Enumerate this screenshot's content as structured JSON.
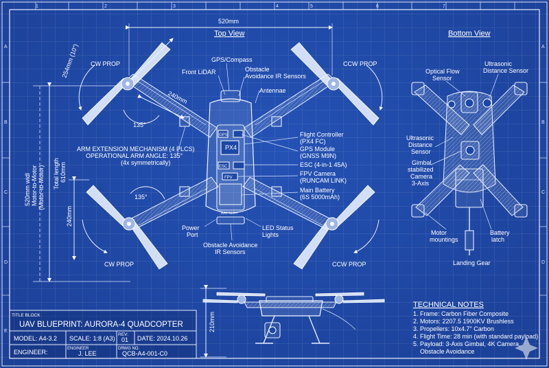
{
  "ruler": {
    "top": [
      "1",
      "2",
      "3",
      "4",
      "5",
      "6",
      "7"
    ],
    "side": [
      "A",
      "B",
      "C",
      "D",
      "E"
    ]
  },
  "top_view": {
    "heading": "Top View",
    "width_dim": "520mm",
    "prop_diag": "254mm (10\")",
    "arm_len": "240mm",
    "angle_top": "135°",
    "angle_bottom": "135°",
    "front_arm_dim": "240mm",
    "wide_dim_1": "520mm widl",
    "wide_dim_2": "Motor-to-Motor",
    "wide_dim_3": "(Motor-to-Motor)",
    "total_len_1": "Total length",
    "total_len_2": "610mm",
    "labels": {
      "cw_top": "CW PROP",
      "ccw_top": "CCW PROP",
      "cw_bottom": "CW PROP",
      "ccw_bottom": "CCW PROP",
      "gps": "GPS/Compass",
      "lidar": "Front LiDAR",
      "ir_top_1": "Obstacle",
      "ir_top_2": "Avoidance IR Sensors",
      "antennae": "Antennae",
      "arm_mech_1": "ARM EXTENSION MECHANISM (4 PLCS)",
      "arm_mech_2": "OPERATIONAL ARM ANGLE: 135°",
      "arm_mech_3": "(4x symmetrically)",
      "fc_1": "Flight Controller",
      "fc_2": "(PX4 FC)",
      "gps_mod_1": "GPS Module",
      "gps_mod_2": "(GNSS M9N)",
      "esc": "ESC (4-in-1 45A)",
      "fpv_1": "FPV Camera",
      "fpv_2": "(RUNCAM LINK)",
      "batt_1": "Main Battery",
      "batt_2": "(6S 5000mAh)",
      "power_1": "Power",
      "power_2": "Port",
      "led_1": "LED Status",
      "led_2": "Lights",
      "ir_bot_1": "Obstacle Avoidance",
      "ir_bot_2": "IR Sensors",
      "chip_px4": "PX4",
      "chip_gps": "GPS",
      "chip_esc": "ESC",
      "chip_fpv": "FPV",
      "battery_mark": "BATTERY"
    }
  },
  "bottom_view": {
    "heading": "Bottom View",
    "optical_1": "Optical Flow",
    "optical_2": "Sensor",
    "ultra_top_1": "Ultrasonic",
    "ultra_top_2": "Distance Sensor",
    "ultra_side_1": "Ultrasonic",
    "ultra_side_2": "Distance",
    "ultra_side_3": "Sensor",
    "gimbal_1": "Gimbal",
    "gimbal_2": "stabilized",
    "gimbal_3": "Camera",
    "gimbal_4": "3-Axis",
    "motor_1": "Motor",
    "motor_2": "mountings",
    "latch_1": "Battery",
    "latch_2": "latch",
    "landing": "Landing Gear"
  },
  "side_view": {
    "height_dim": "210mm"
  },
  "technical_notes": {
    "heading": "TECHNICAL NOTES",
    "items": [
      "1. Frame: Carbon Fiber Composite",
      "2. Motors: 2207.5 1900KV Brushless",
      "3. Propellers: 10x4.7\" Carbon",
      "4. Flight Time: 28 min (with standard payload)",
      "5. Payload: 3-Axis Gimbal, 4K Camera,",
      "Obstacle Avoidance"
    ]
  },
  "title_block": {
    "tag": "TITLE BLOCK",
    "title": "UAV BLUEPRINT: AURORA-4 QUADCOPTER",
    "model": "MODEL: A4-3.2",
    "scale": "SCALE: 1:8 (A3)",
    "rev_label": "REV:",
    "rev_value": "01",
    "date": "DATE: 2024.10.26",
    "engineer_label": "ENGINEER:",
    "engineer_small": "ENGINEER",
    "engineer_name": "J. LEE",
    "drwg_small": "DRWG NO.",
    "drwg_no": "QCB-A4-001-C0"
  }
}
